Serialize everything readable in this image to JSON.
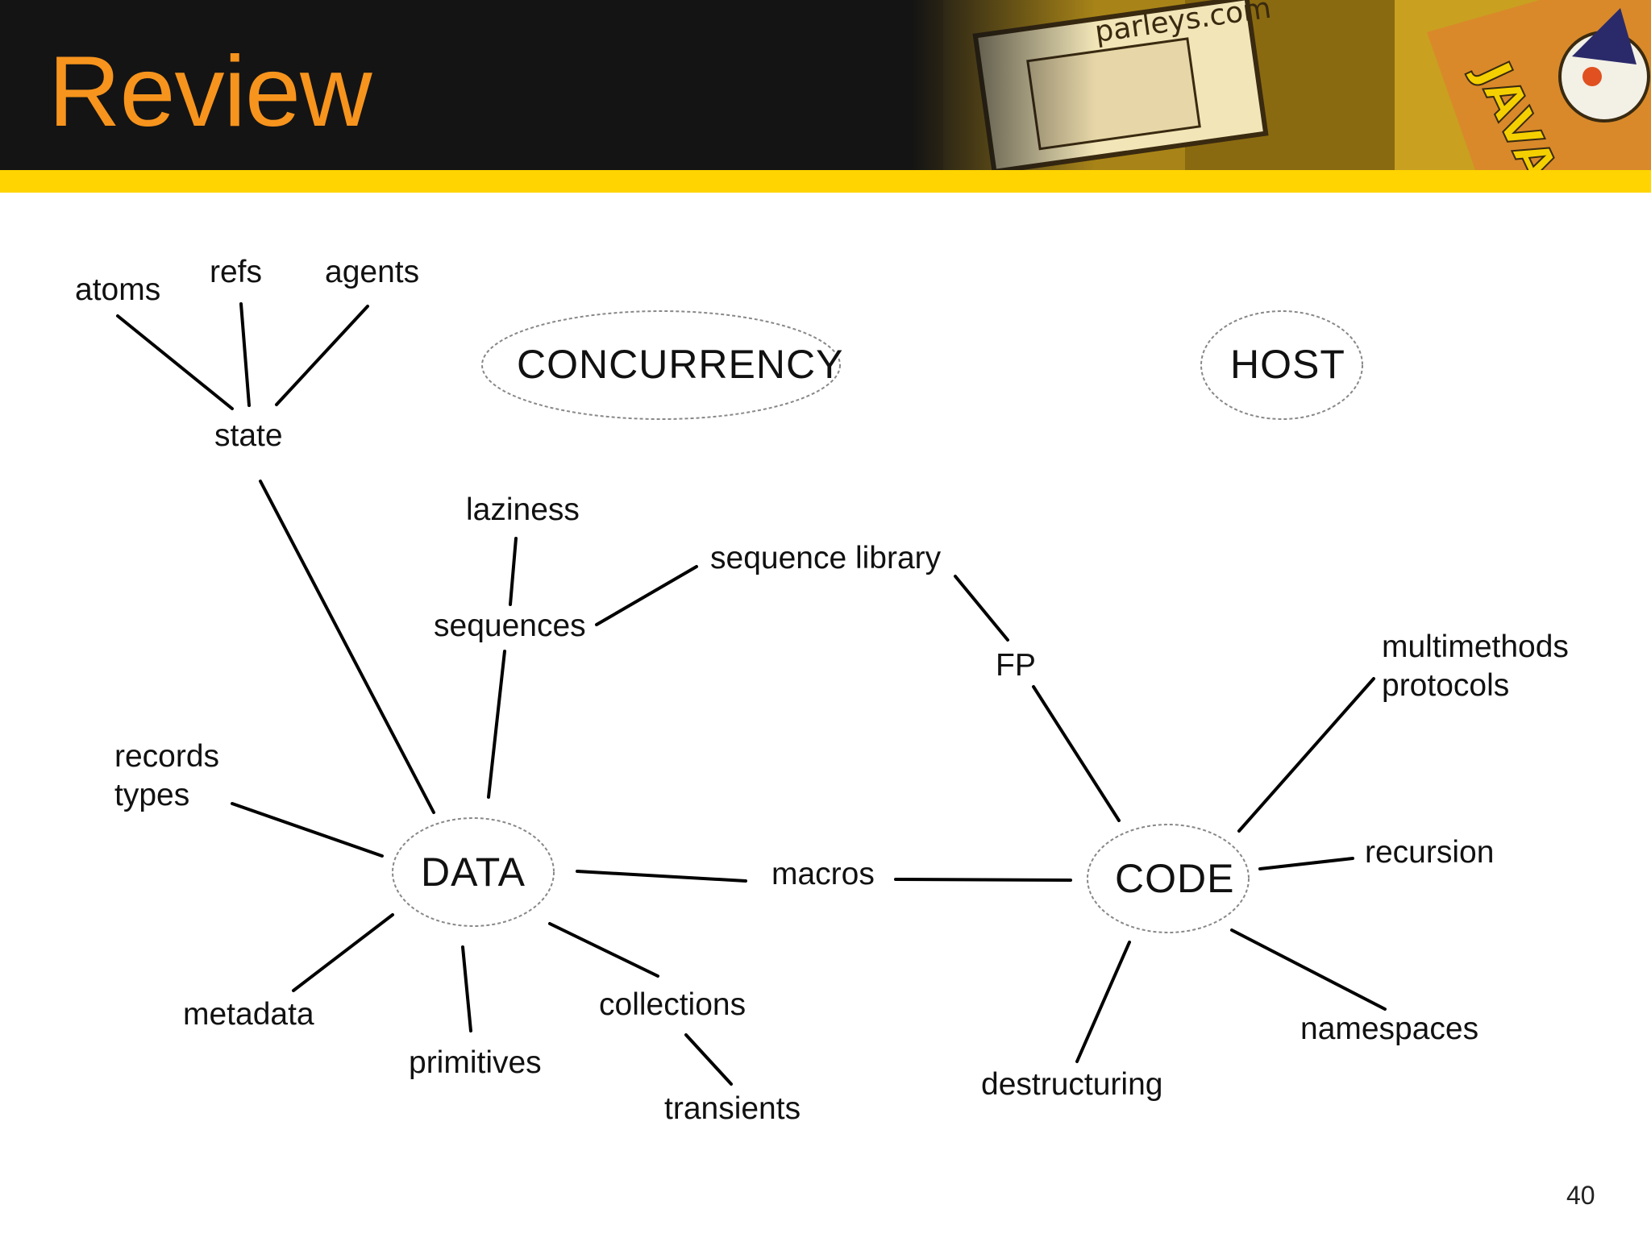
{
  "slide": {
    "title": "Review",
    "page_number": "40",
    "banner_text": "parleys.com",
    "banner_sign": "JAVA"
  },
  "colors": {
    "title": "#f7941d",
    "header_background": "#141414",
    "accent_bar": "#ffd400",
    "text": "#111111"
  },
  "hubs": {
    "concurrency": "CONCURRENCY",
    "host": "HOST",
    "data": "DATA",
    "code": "CODE"
  },
  "labels": {
    "atoms": "atoms",
    "refs": "refs",
    "agents": "agents",
    "state": "state",
    "laziness": "laziness",
    "sequences": "sequences",
    "sequence_library": "sequence library",
    "fp": "FP",
    "multimethods": "multimethods",
    "protocols": "protocols",
    "records": "records",
    "types": "types",
    "macros": "macros",
    "recursion": "recursion",
    "metadata": "metadata",
    "primitives": "primitives",
    "collections": "collections",
    "transients": "transients",
    "destructuring": "destructuring",
    "namespaces": "namespaces"
  }
}
